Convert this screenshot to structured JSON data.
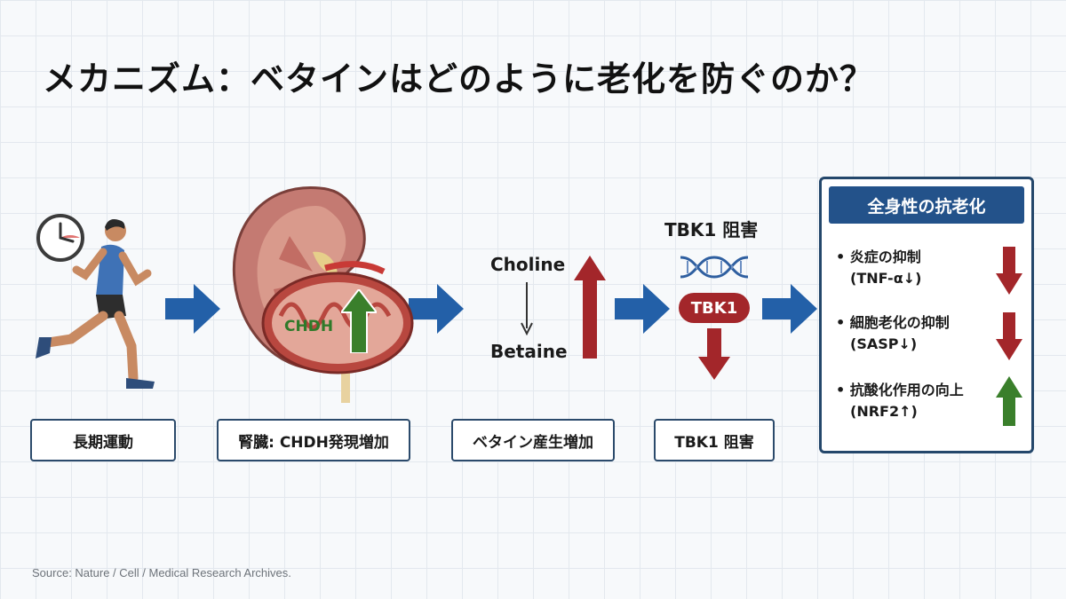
{
  "title": "メカニズム：ベタインはどのように老化を防ぐのか？",
  "steps": [
    {
      "label": "長期運動"
    },
    {
      "label": "腎臓: CHDH発現増加"
    },
    {
      "label": "ベタイン産生増加"
    },
    {
      "label": "TBK1 阻害"
    }
  ],
  "kidney": {
    "enzyme_label": "CHDH",
    "change": "up"
  },
  "conversion": {
    "from": "Choline",
    "to": "Betaine",
    "change": "up"
  },
  "tbk1": {
    "heading": "TBK1 阻害",
    "pill_label": "TBK1",
    "change": "down"
  },
  "outcome_panel": {
    "heading": "全身性の抗老化",
    "effects": [
      {
        "label": "炎症の抑制",
        "marker": "(TNF-α↓)",
        "direction": "down"
      },
      {
        "label": "細胞老化の抑制",
        "marker": "(SASP↓)",
        "direction": "down"
      },
      {
        "label": "抗酸化作用の向上",
        "marker": "(NRF2↑)",
        "direction": "up"
      }
    ]
  },
  "colors": {
    "flow_arrow": "#2360a8",
    "up_arrow_green": "#3a7f2b",
    "down_arrow_red": "#a3262a",
    "box_border": "#2b4a6b",
    "panel_header": "#23528a"
  },
  "source": "Source: Nature / Cell / Medical Research Archives."
}
